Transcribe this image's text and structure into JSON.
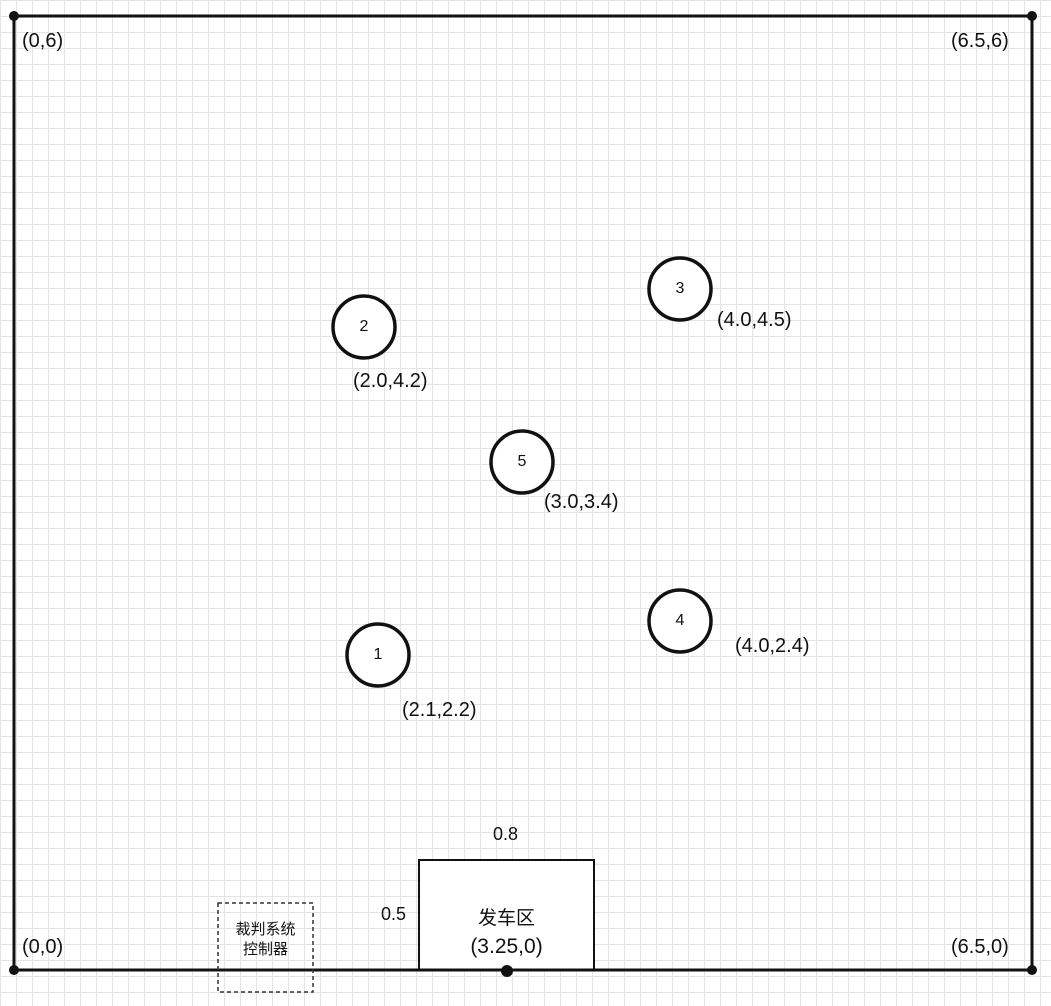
{
  "field": {
    "corners": [
      {
        "id": "top-left",
        "label": "(0,6)"
      },
      {
        "id": "top-right",
        "label": "(6.5,6)"
      },
      {
        "id": "bottom-left",
        "label": "(0,0)"
      },
      {
        "id": "bottom-right",
        "label": "(6.5,0)"
      }
    ]
  },
  "targets": [
    {
      "number": "1",
      "coord": "(2.1,2.2)"
    },
    {
      "number": "2",
      "coord": "(2.0,4.2)"
    },
    {
      "number": "3",
      "coord": "(4.0,4.5)"
    },
    {
      "number": "4",
      "coord": "(4.0,2.4)"
    },
    {
      "number": "5",
      "coord": "(3.0,3.4)"
    }
  ],
  "start_zone": {
    "name": "发车区",
    "coord": "(3.25,0)",
    "width_label": "0.8",
    "height_label": "0.5"
  },
  "judge_controller": {
    "line1": "裁判系统",
    "line2": "控制器"
  }
}
